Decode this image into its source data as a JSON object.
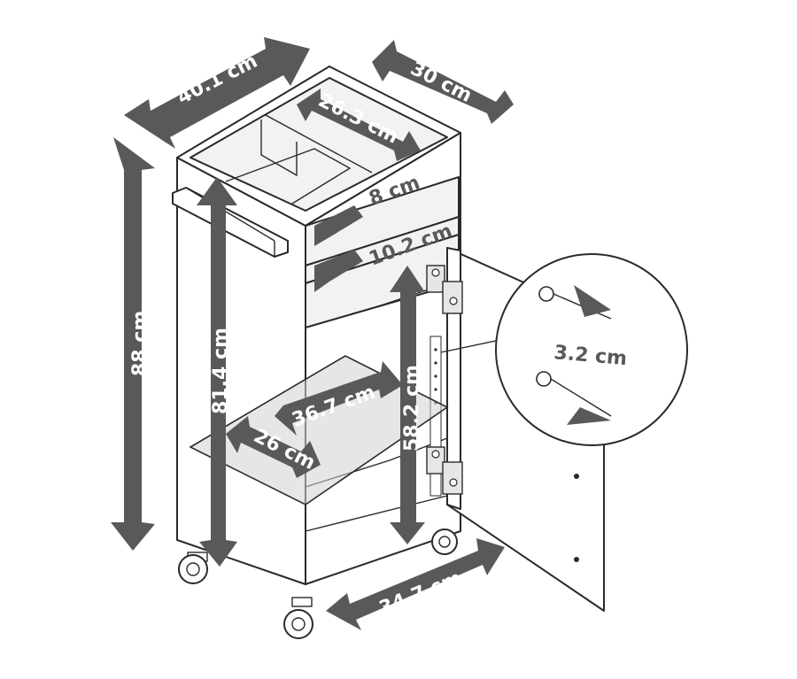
{
  "dimensions": {
    "width": "40.1 cm",
    "depth": "30 cm",
    "height": "88 cm",
    "drawer_inner_width": "26.3 cm",
    "drawer_height": "8 cm",
    "shelf_gap": "10.2 cm",
    "side_height": "81.4 cm",
    "shelf_width": "36.7 cm",
    "shelf_depth": "26 cm",
    "door_height": "58.2 cm",
    "door_width": "34.7 cm",
    "hole_spacing": "3.2 cm"
  },
  "colors": {
    "arrow": "#595959",
    "outline": "#2a2a2a",
    "background": "#ffffff"
  }
}
